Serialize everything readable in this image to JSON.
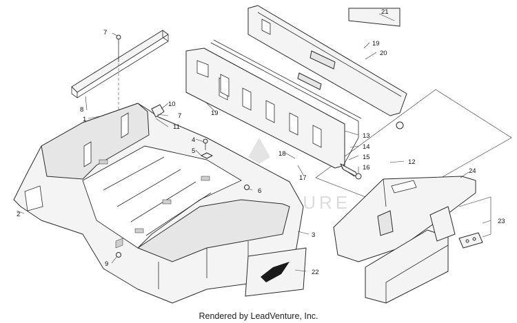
{
  "footer": {
    "text": "Rendered by LeadVenture, Inc."
  },
  "watermark": {
    "text": "LEADVENTURE"
  },
  "callouts": {
    "c1": "1",
    "c2": "2",
    "c3": "3",
    "c4": "4",
    "c5": "5",
    "c6": "6",
    "c7a": "7",
    "c7b": "7",
    "c8": "8",
    "c9": "9",
    "c10": "10",
    "c11": "11",
    "c12": "12",
    "c13": "13",
    "c14": "14",
    "c15": "15",
    "c16": "16",
    "c17": "17",
    "c18": "18",
    "c19a": "19",
    "c19b": "19",
    "c20": "20",
    "c21": "21",
    "c22": "22",
    "c23": "23",
    "c24": "24"
  }
}
